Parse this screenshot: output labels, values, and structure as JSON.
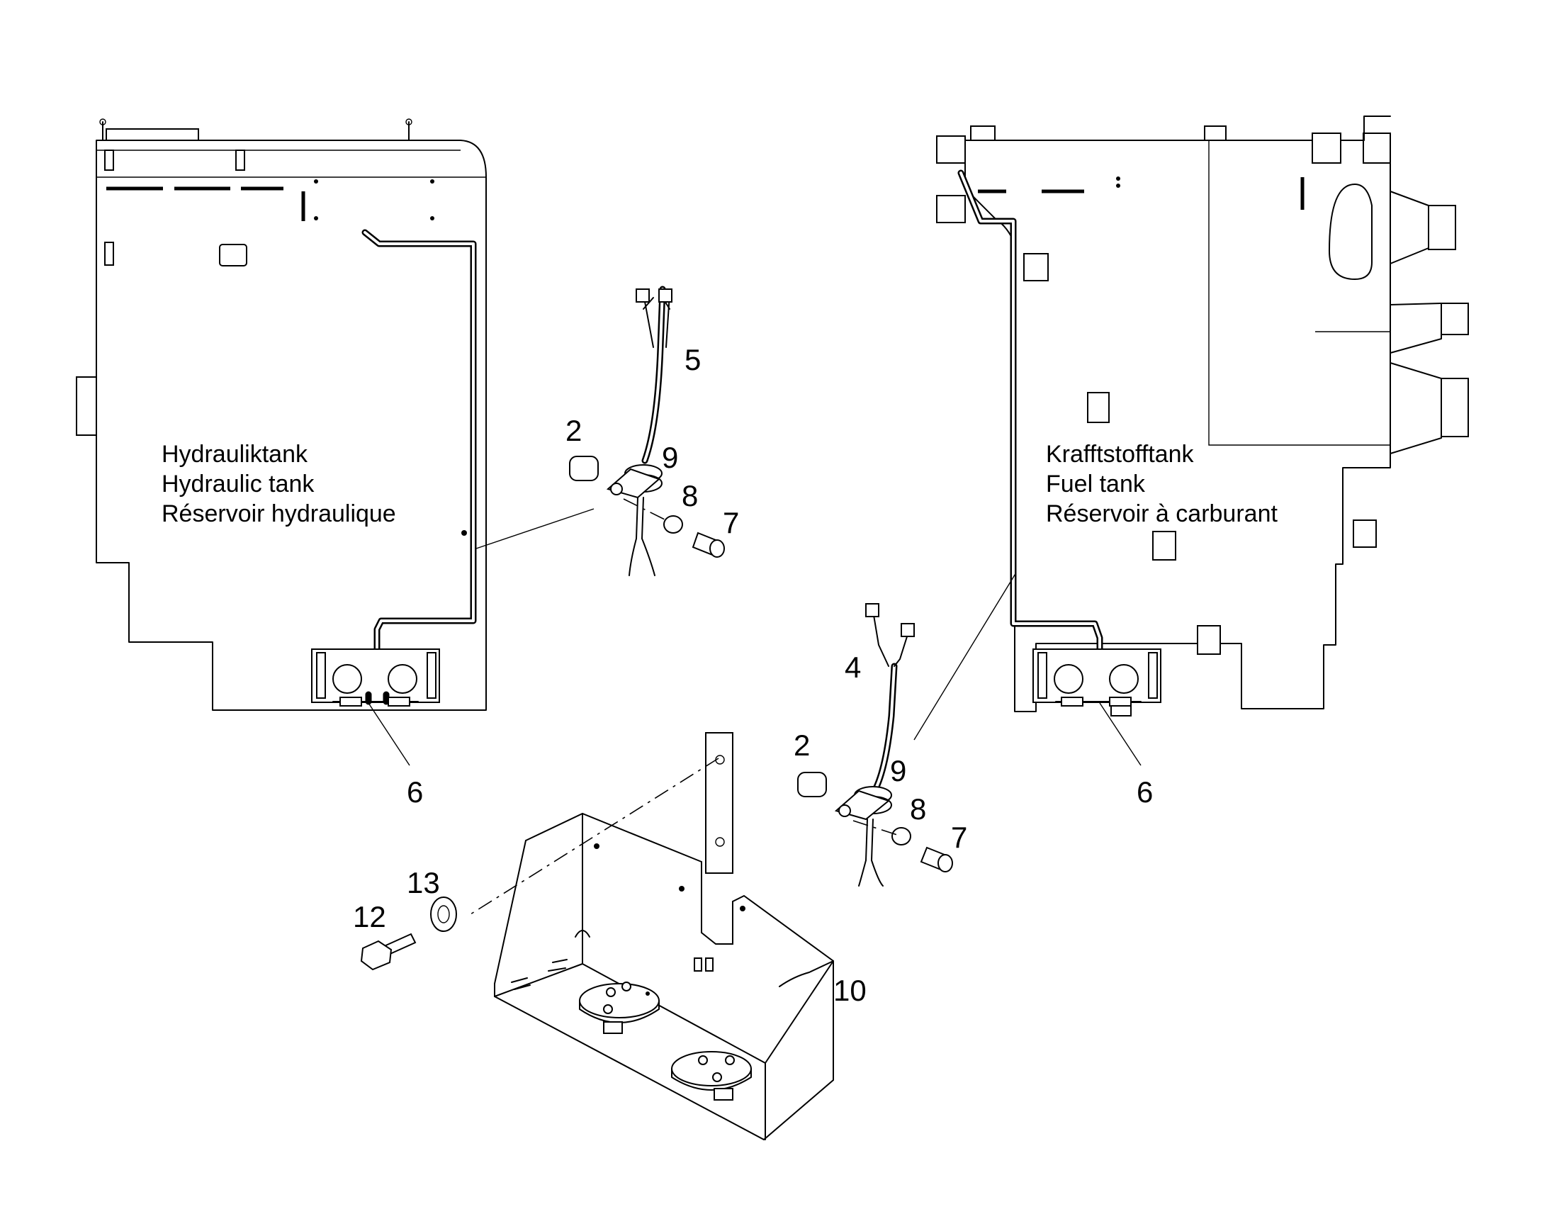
{
  "hydraulic_tank": {
    "label_de": "Hydrauliktank",
    "label_en": "Hydraulic tank",
    "label_fr": "Réservoir hydraulique"
  },
  "fuel_tank": {
    "label_de": "Krafftstofftank",
    "label_en": "Fuel tank",
    "label_fr": "Réservoir à carburant"
  },
  "callouts": {
    "c2a": "2",
    "c5": "5",
    "c9a": "9",
    "c8a": "8",
    "c7a": "7",
    "c6a": "6",
    "c4": "4",
    "c2b": "2",
    "c9b": "9",
    "c8b": "8",
    "c7b": "7",
    "c6b": "6",
    "c13": "13",
    "c12": "12",
    "c10": "10"
  }
}
